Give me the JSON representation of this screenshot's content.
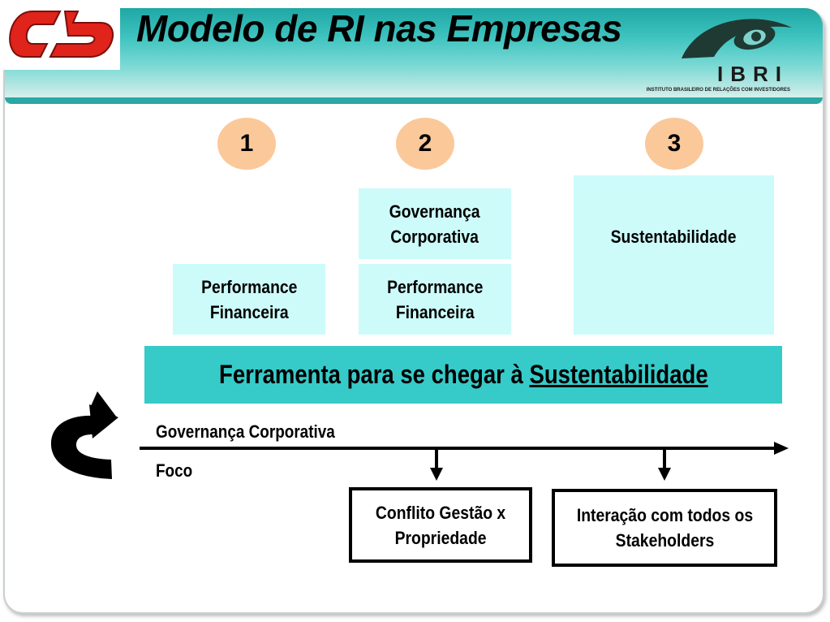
{
  "header": {
    "title": "Modelo de RI nas Empresas",
    "brand_name": "IBRI",
    "brand_tagline": "INSTITUTO BRASILEIRO DE RELAÇÕES COM INVESTIDORES",
    "left_logo_icon": "ceb-logo",
    "right_logo_icon": "ibri-eye-logo",
    "colors": {
      "band": "#2fb5b1",
      "left_logo_red": "#e0231b"
    }
  },
  "stages": [
    {
      "number": "1",
      "boxes": [
        "Performance Financeira"
      ]
    },
    {
      "number": "2",
      "boxes": [
        "Governança Corporativa",
        "Performance Financeira"
      ]
    },
    {
      "number": "3",
      "boxes": [
        "Sustentabilidade"
      ]
    }
  ],
  "banner": {
    "prefix": "Ferramenta para se chegar à ",
    "highlight": "Sustentabilidade",
    "color": "#36cbc9"
  },
  "timeline": {
    "top_label": "Governança Corporativa",
    "bottom_label": "Foco",
    "cycle_icon": "curved-return-arrow-icon"
  },
  "outcomes": [
    {
      "text": "Conflito Gestão x Propriedade"
    },
    {
      "text": "Interação com todos os Stakeholders"
    }
  ],
  "colors": {
    "circle": "#fbc89a",
    "box": "#ccfbfa"
  }
}
